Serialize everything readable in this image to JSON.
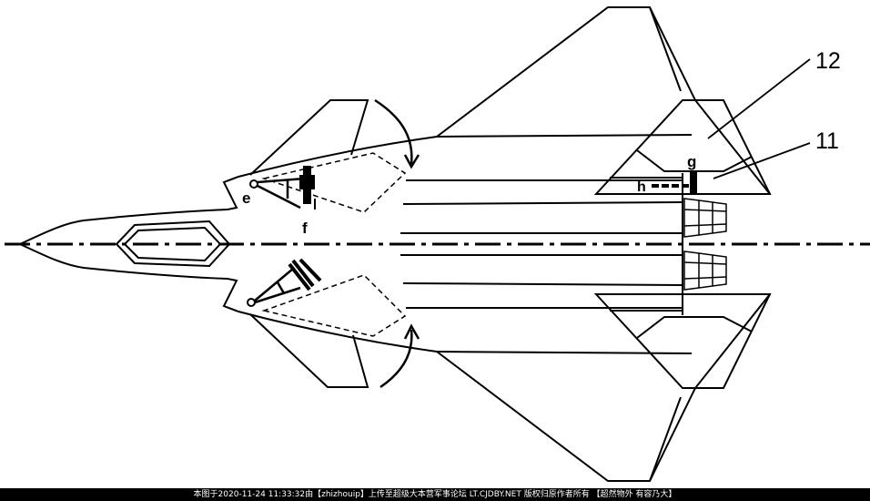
{
  "diagram": {
    "type": "aircraft-planform-line-drawing",
    "stroke_color": "#000000",
    "background": "#ffffff",
    "labels": {
      "e": "e",
      "f": "f",
      "g": "g",
      "h": "h",
      "ref_12": "12",
      "ref_11": "11"
    },
    "parts": [
      {
        "id": "12",
        "description": "horizontal tail / stabilator"
      },
      {
        "id": "11",
        "description": "control surface strip"
      },
      {
        "id": "e",
        "description": "canard pivot"
      },
      {
        "id": "f",
        "description": "canard actuator"
      },
      {
        "id": "g",
        "description": "actuator"
      },
      {
        "id": "h",
        "description": "linkage"
      }
    ]
  },
  "caption": {
    "text": "本图于2020-11-24 11:33:32由【zhizhouip】上传至超级大本营军事论坛 LT.CJDBY.NET 版权归原作者所有 【超然物外 有容乃大】",
    "background": "#000000",
    "color": "#ffffff"
  }
}
